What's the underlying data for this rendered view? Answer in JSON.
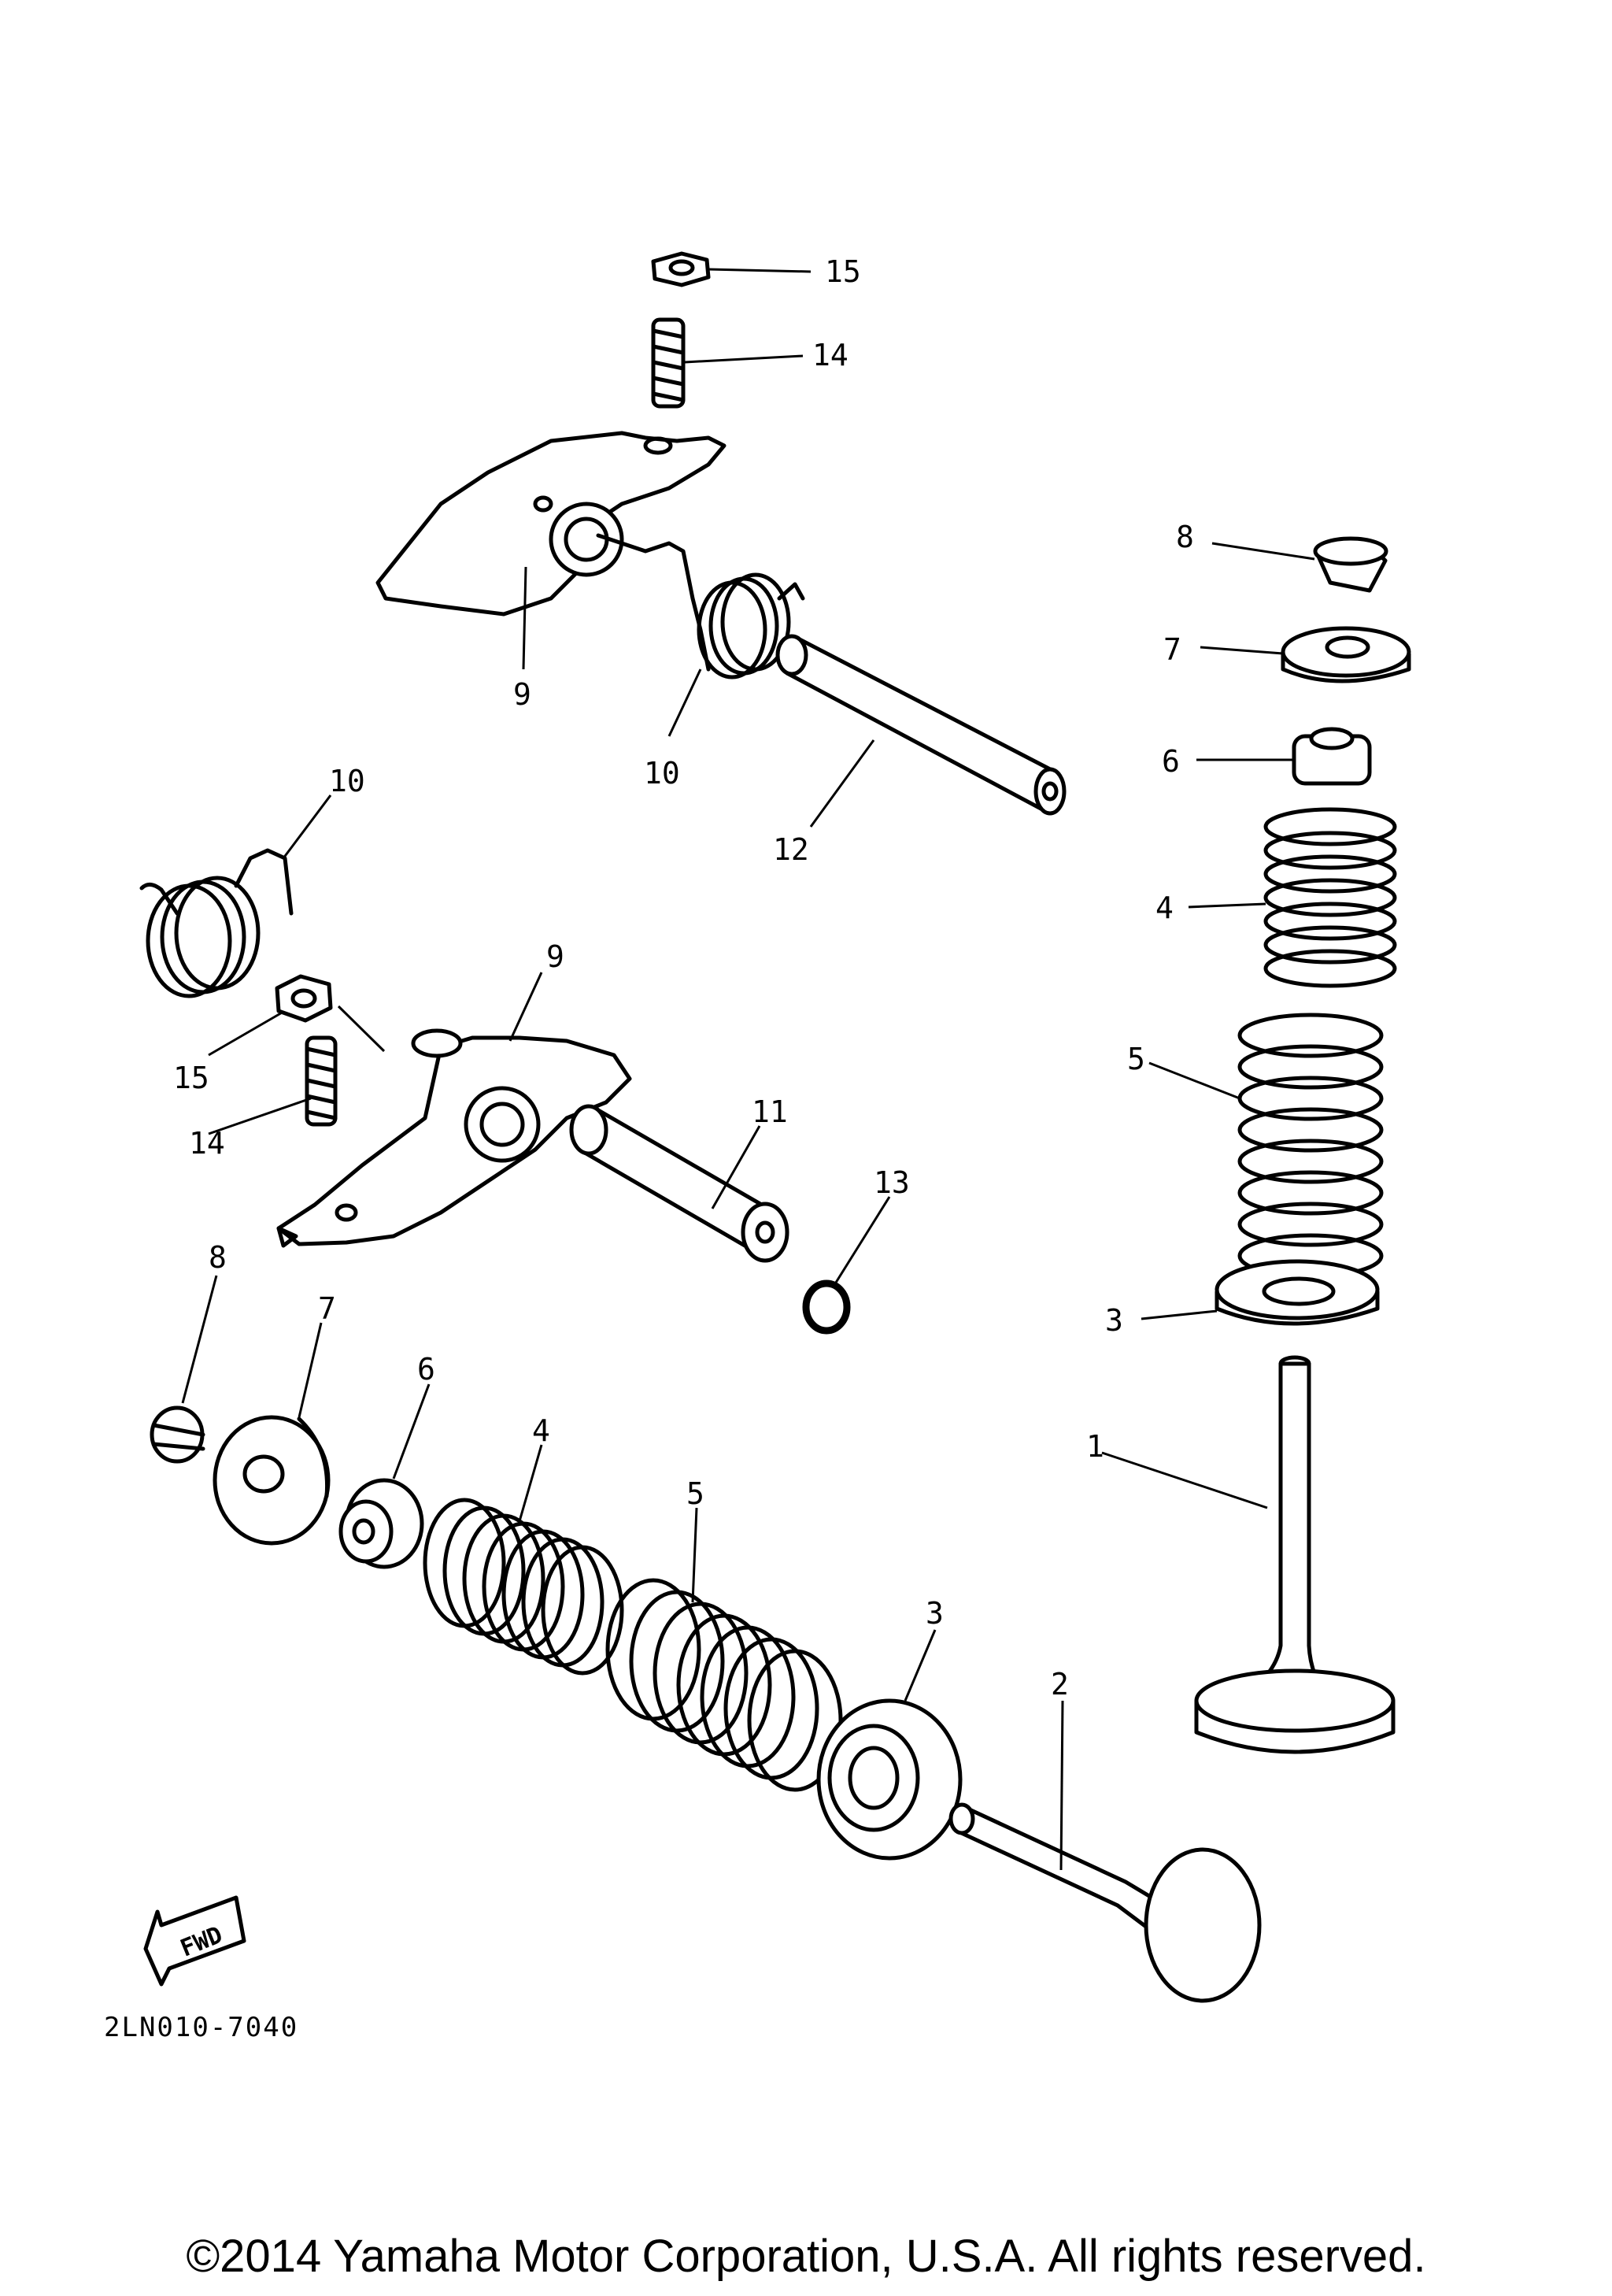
{
  "diagram": {
    "code": "2LN010-7040",
    "fwd_label": "FWD",
    "copyright": "©2014 Yamaha Motor Corporation, U.S.A. All rights reserved.",
    "callouts": {
      "c15a": "15",
      "c14a": "14",
      "c9a": "9",
      "c10a": "10",
      "c12": "12",
      "c8a": "8",
      "c7a": "7",
      "c6a": "6",
      "c4a": "4",
      "c5a": "5",
      "c3a": "3",
      "c1": "1",
      "c10b": "10",
      "c9b": "9",
      "c15b": "15",
      "c14b": "14",
      "c11": "11",
      "c13": "13",
      "c8b": "8",
      "c7b": "7",
      "c6b": "6",
      "c4b": "4",
      "c5b": "5",
      "c3b": "3",
      "c2": "2"
    }
  }
}
